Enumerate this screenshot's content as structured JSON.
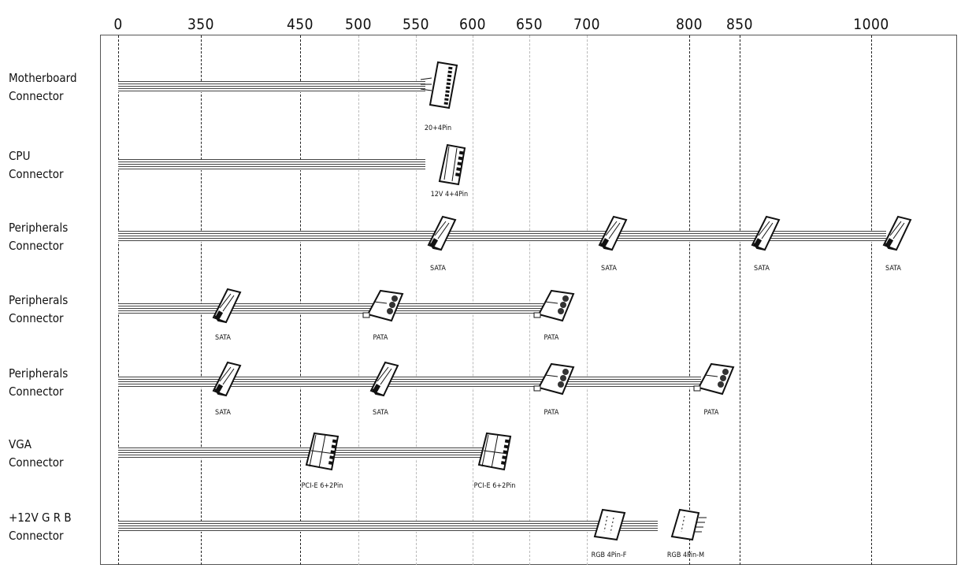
{
  "axis": {
    "ticks": [
      {
        "value": 0,
        "label": "0",
        "style": "dark"
      },
      {
        "value": 350,
        "label": "350",
        "style": "dark"
      },
      {
        "value": 450,
        "label": "450",
        "style": "dark"
      },
      {
        "value": 500,
        "label": "500",
        "style": "light"
      },
      {
        "value": 550,
        "label": "550",
        "style": "light"
      },
      {
        "value": 600,
        "label": "600",
        "style": "light"
      },
      {
        "value": 650,
        "label": "650",
        "style": "light"
      },
      {
        "value": 700,
        "label": "700",
        "style": "light"
      },
      {
        "value": 800,
        "label": "800",
        "style": "dark"
      },
      {
        "value": 850,
        "label": "850",
        "style": "dark"
      },
      {
        "value": 1000,
        "label": "1000",
        "style": "dark"
      }
    ]
  },
  "rows": [
    {
      "line1": "Motherboard",
      "line2": "Connector",
      "cable_end": 540,
      "connectors": [
        {
          "type": "atx",
          "length": 550,
          "label": "20+4Pin"
        }
      ]
    },
    {
      "line1": "CPU",
      "line2": "Connector",
      "cable_end": 540,
      "connectors": [
        {
          "type": "eps",
          "length": 560,
          "label": "12V 4+4Pin"
        }
      ]
    },
    {
      "line1": "Peripherals",
      "line2": "Connector",
      "cable_end": 1125,
      "connectors": [
        {
          "type": "sata",
          "length": 550,
          "label": "SATA"
        },
        {
          "type": "sata",
          "length": 700,
          "label": "SATA"
        },
        {
          "type": "sata",
          "length": 850,
          "label": "SATA"
        },
        {
          "type": "sata",
          "length": 1000,
          "label": "SATA"
        }
      ]
    },
    {
      "line1": "Peripherals",
      "line2": "Connector",
      "cable_end": 690,
      "connectors": [
        {
          "type": "sata",
          "length": 350,
          "label": "SATA"
        },
        {
          "type": "pata",
          "length": 500,
          "label": "PATA"
        },
        {
          "type": "pata",
          "length": 650,
          "label": "PATA"
        }
      ]
    },
    {
      "line1": "Peripherals",
      "line2": "Connector",
      "cable_end": 890,
      "connectors": [
        {
          "type": "sata",
          "length": 350,
          "label": "SATA"
        },
        {
          "type": "sata",
          "length": 500,
          "label": "SATA"
        },
        {
          "type": "pata",
          "length": 650,
          "label": "PATA"
        },
        {
          "type": "pata",
          "length": 800,
          "label": "PATA"
        }
      ]
    },
    {
      "line1": "VGA",
      "line2": "Connector",
      "cable_end": 625,
      "connectors": [
        {
          "type": "pcie",
          "length": 450,
          "label": "PCI-E 6+2Pin"
        },
        {
          "type": "pcie",
          "length": 600,
          "label": "PCI-E 6+2Pin"
        }
      ]
    },
    {
      "line1": "+12V G R B",
      "line2": "Connector",
      "cable_end": 835,
      "connectors": [
        {
          "type": "rgbf",
          "length": 700,
          "label": "RGB 4Pin-F"
        },
        {
          "type": "rgbm",
          "length": 775,
          "label": "RGB 4Pin-M"
        }
      ]
    }
  ]
}
